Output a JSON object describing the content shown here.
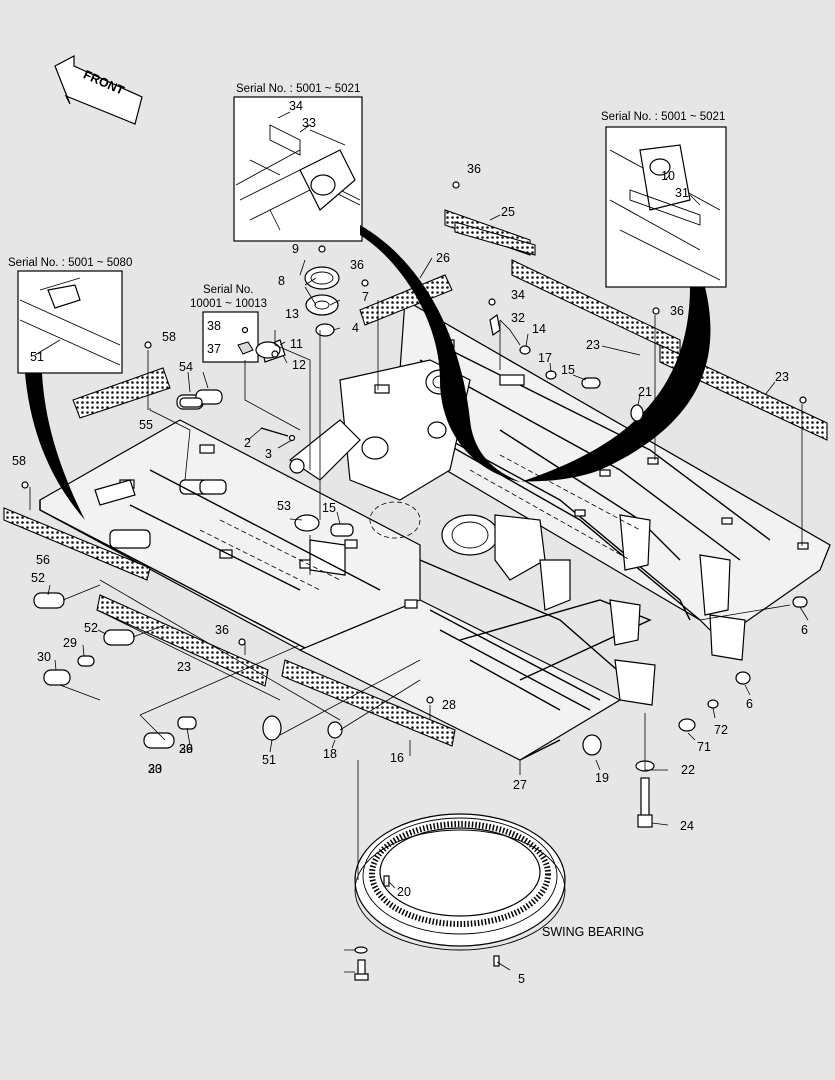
{
  "diagram": {
    "front_label": "FRONT",
    "swing_bearing_label": "SWING BEARING",
    "insets": [
      {
        "serial": "Serial No. : 5001 ~ 5021",
        "parts": [
          "34",
          "33"
        ]
      },
      {
        "serial": "Serial No. : 5001 ~ 5021",
        "parts": [
          "10",
          "31"
        ]
      },
      {
        "serial": "Serial No. : 5001 ~ 5080",
        "parts": [
          "51"
        ]
      }
    ],
    "small_box": {
      "serial_line1": "Serial No.",
      "serial_line2": "10001 ~ 10013",
      "parts": [
        "38",
        "37"
      ]
    },
    "callouts": [
      "9",
      "8",
      "7",
      "4",
      "13",
      "11",
      "12",
      "36",
      "26",
      "34",
      "32",
      "14",
      "17",
      "15",
      "21",
      "36",
      "25",
      "23",
      "36",
      "23",
      "58",
      "54",
      "55",
      "2",
      "3",
      "58",
      "53",
      "15",
      "56",
      "52",
      "52",
      "29",
      "30",
      "23",
      "36",
      "29",
      "30",
      "16",
      "28",
      "36",
      "23",
      "51",
      "18",
      "27",
      "19",
      "72",
      "71",
      "22",
      "24",
      "6",
      "6",
      "20",
      "5"
    ]
  }
}
